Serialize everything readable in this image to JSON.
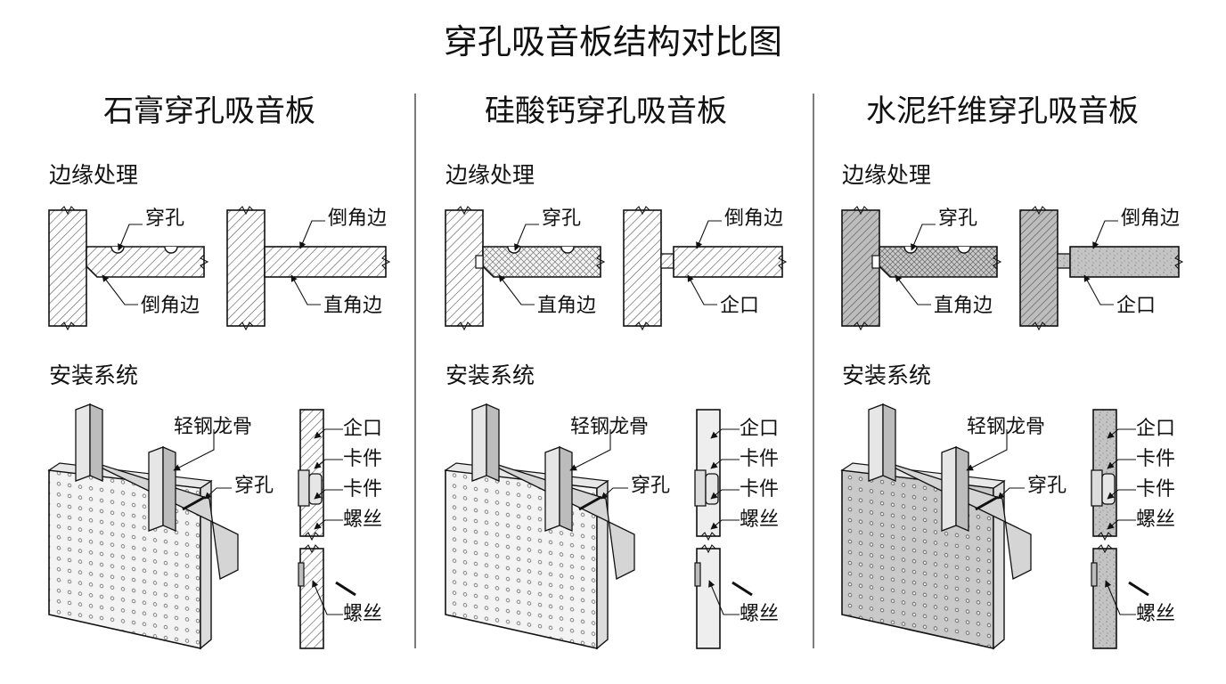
{
  "title": "穿孔吸音板结构对比图",
  "section_labels": {
    "edge": "边缘处理",
    "install": "安装系统"
  },
  "columns": [
    {
      "title": "石膏穿孔吸音板",
      "edge_left": {
        "top_label": "穿孔",
        "bottom_label": "倒角边"
      },
      "edge_right": {
        "top_label": "倒角边",
        "bottom_label": "直角边"
      },
      "install_main": {
        "keel_label": "轻钢龙骨",
        "hole_label": "穿孔"
      },
      "install_side": {
        "labels": [
          "企口",
          "卡件",
          "卡件",
          "螺丝"
        ],
        "bottom_label": "螺丝"
      }
    },
    {
      "title": "硅酸钙穿孔吸音板",
      "edge_left": {
        "top_label": "穿孔",
        "bottom_label": "直角边"
      },
      "edge_right": {
        "top_label": "倒角边",
        "bottom_label": "企口"
      },
      "install_main": {
        "keel_label": "轻钢龙骨",
        "hole_label": "穿孔"
      },
      "install_side": {
        "labels": [
          "企口",
          "卡件",
          "卡件",
          "螺丝"
        ],
        "bottom_label": "螺丝"
      }
    },
    {
      "title": "水泥纤维穿孔吸音板",
      "edge_left": {
        "top_label": "穿孔",
        "bottom_label": "直角边"
      },
      "edge_right": {
        "top_label": "倒角边",
        "bottom_label": "企口"
      },
      "install_main": {
        "keel_label": "轻钢龙骨",
        "hole_label": "穿孔"
      },
      "install_side": {
        "labels": [
          "企口",
          "卡件",
          "卡件",
          "螺丝"
        ],
        "bottom_label": "螺丝"
      }
    }
  ]
}
